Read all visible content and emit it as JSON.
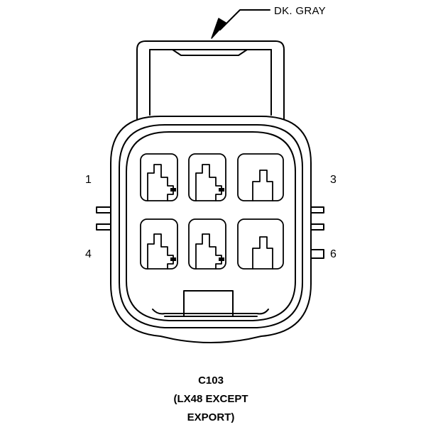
{
  "connector": {
    "color_label": "DK. GRAY",
    "pins": {
      "p1": "1",
      "p3": "3",
      "p4": "4",
      "p6": "6"
    },
    "caption": [
      "C103",
      "(LX48 EXCEPT",
      "EXPORT)"
    ]
  },
  "style": {
    "line_color": "#000000",
    "background": "#ffffff"
  }
}
